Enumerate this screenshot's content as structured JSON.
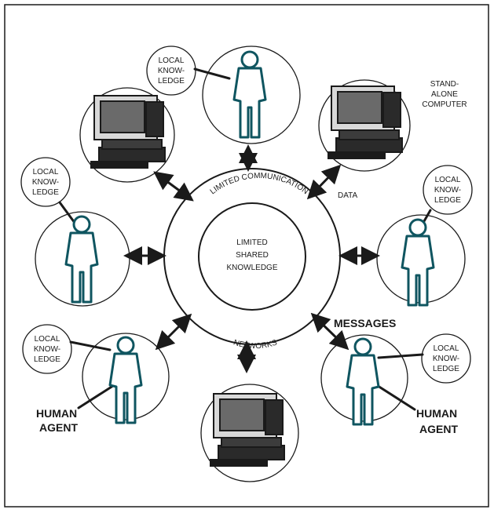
{
  "center": {
    "line1": "LIMITED",
    "line2": "SHARED",
    "line3": "KNOWLEDGE"
  },
  "ring": {
    "top_label": "LIMITED COMMUNICATION",
    "bottom_label": "NETWORKS"
  },
  "labels": {
    "local_know_1": "LOCAL",
    "local_know_2": "KNOW-",
    "local_know_3": "LEDGE",
    "standalone_1": "STAND-",
    "standalone_2": "ALONE",
    "standalone_3": "COMPUTER",
    "data": "DATA",
    "messages": "MESSAGES",
    "human_1": "HUMAN",
    "human_2": "AGENT"
  },
  "colors": {
    "ink": "#1a1a1a",
    "teal": "#0f5560",
    "fill": "#ffffff",
    "screen": "#6a6a6a"
  }
}
